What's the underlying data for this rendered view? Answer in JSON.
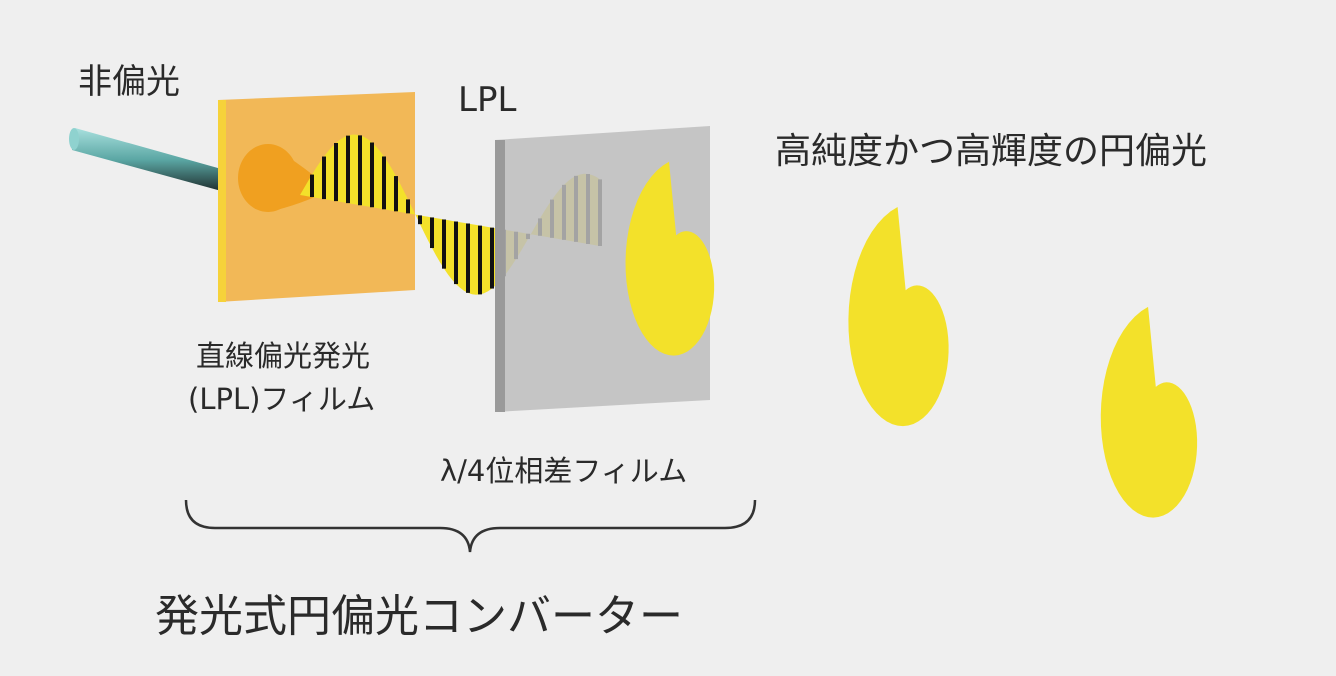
{
  "labels": {
    "unpolarized": "非偏光",
    "lpl": "LPL",
    "output": "高純度かつ高輝度の円偏光",
    "lpl_film_line1": "直線偏光発光",
    "lpl_film_line2": "(LPL)フィルム",
    "retarder": "λ/4位相差フィルム",
    "converter": "発光式円偏光コンバーター"
  },
  "colors": {
    "background": "#efefef",
    "rod": "#7fc6c4",
    "film": "#f2b34a",
    "plate": "#b8b8b8",
    "wave": "#f3e12a",
    "helix_rod": "#b2382a"
  }
}
